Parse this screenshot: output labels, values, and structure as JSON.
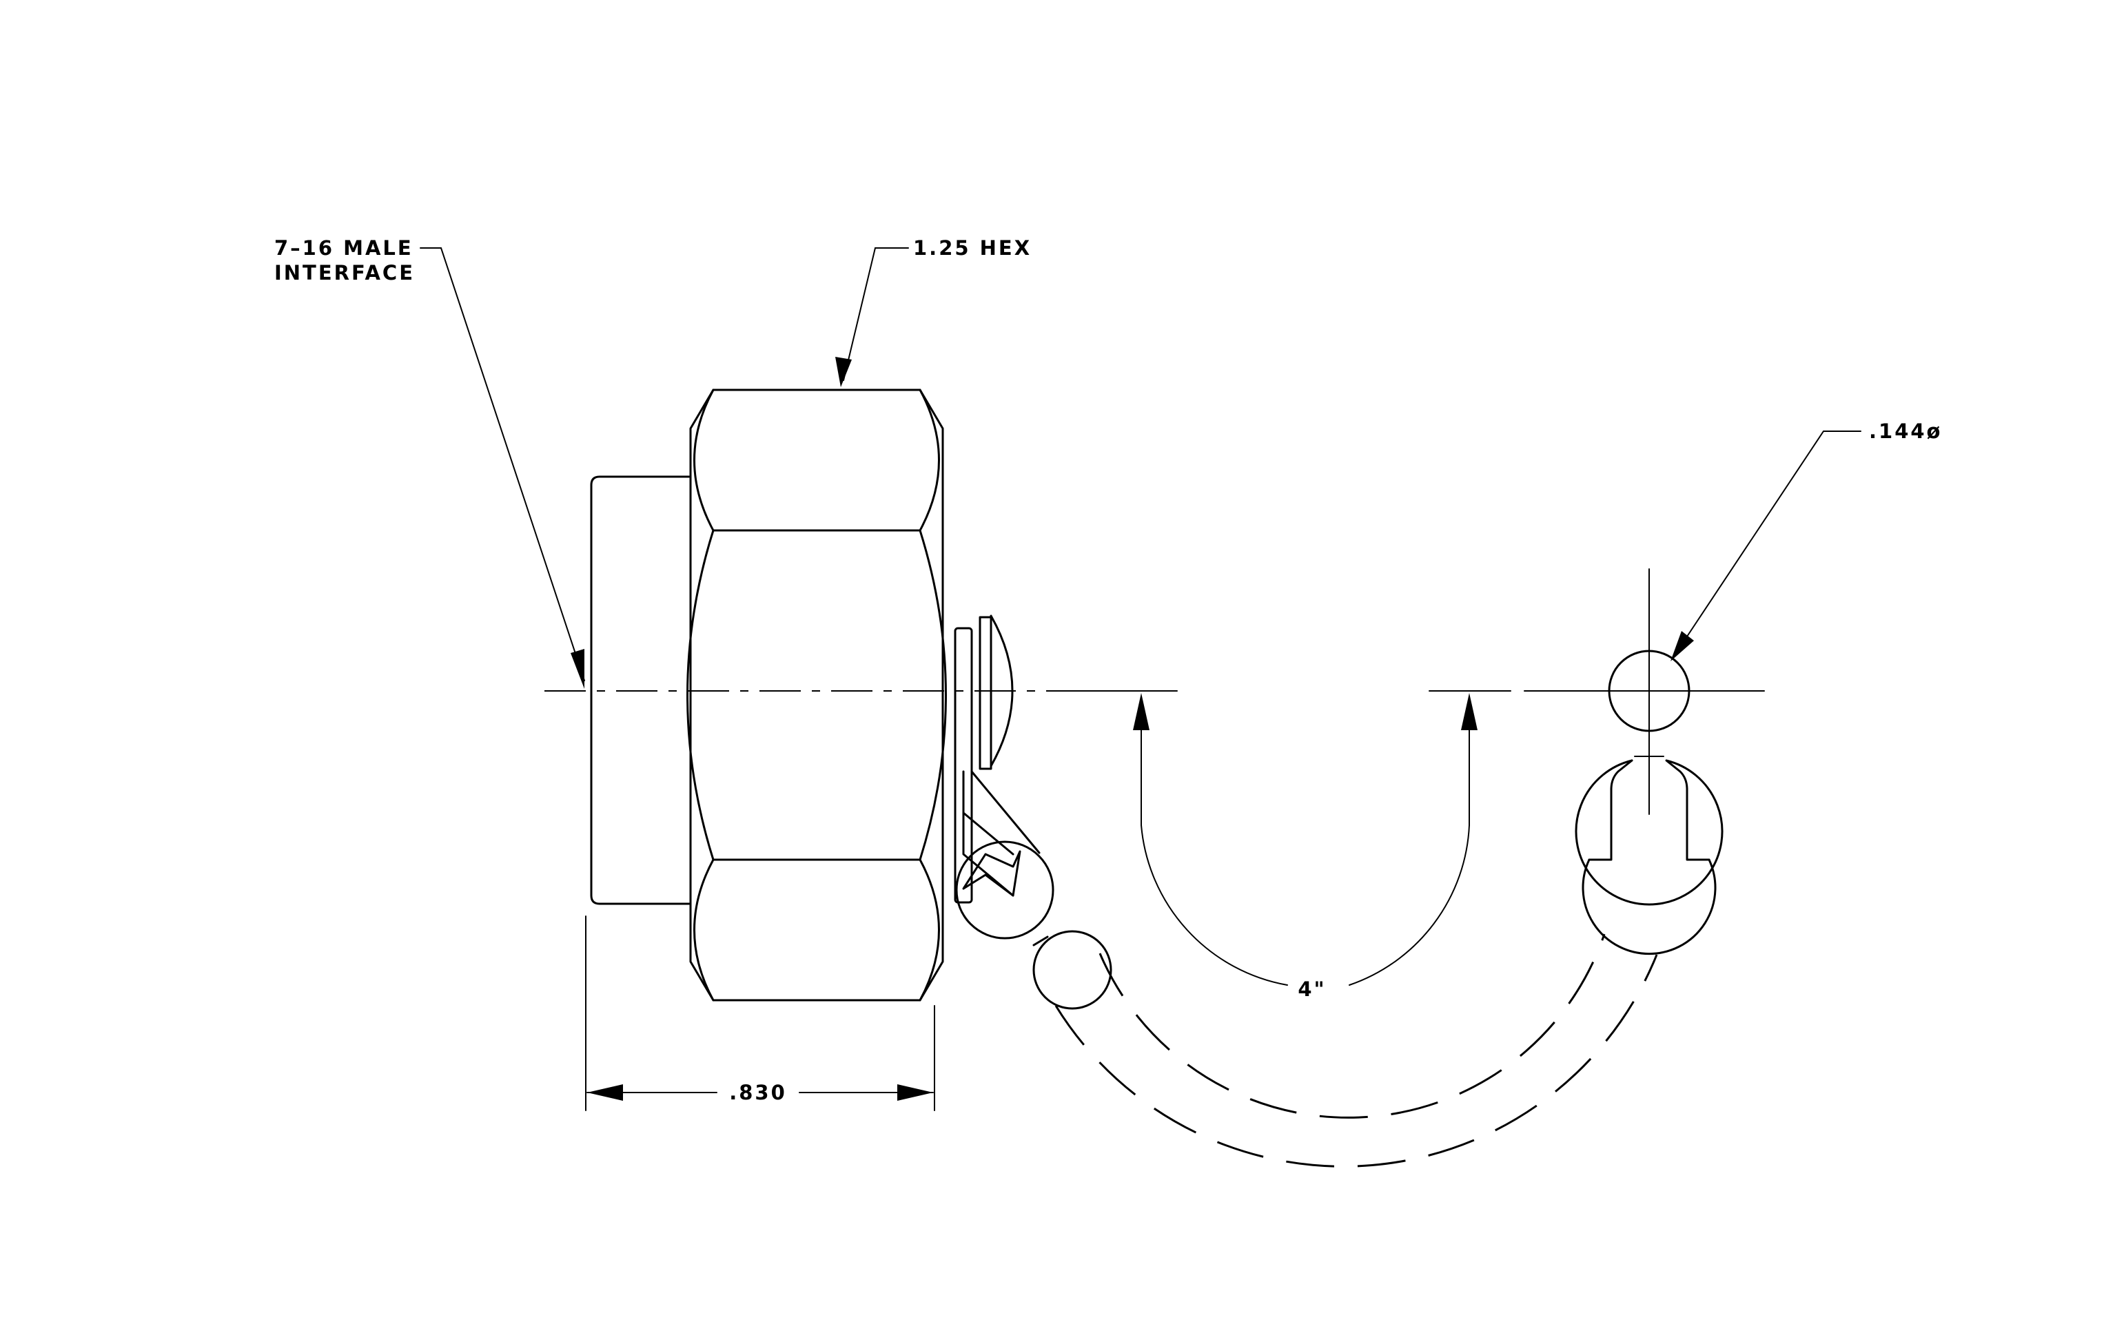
{
  "callouts": {
    "interface_line1": "7–16 MALE",
    "interface_line2": "INTERFACE",
    "hex": "1.25 HEX",
    "hole_dia": ".144ø",
    "length": ".830",
    "tether": "4\""
  }
}
